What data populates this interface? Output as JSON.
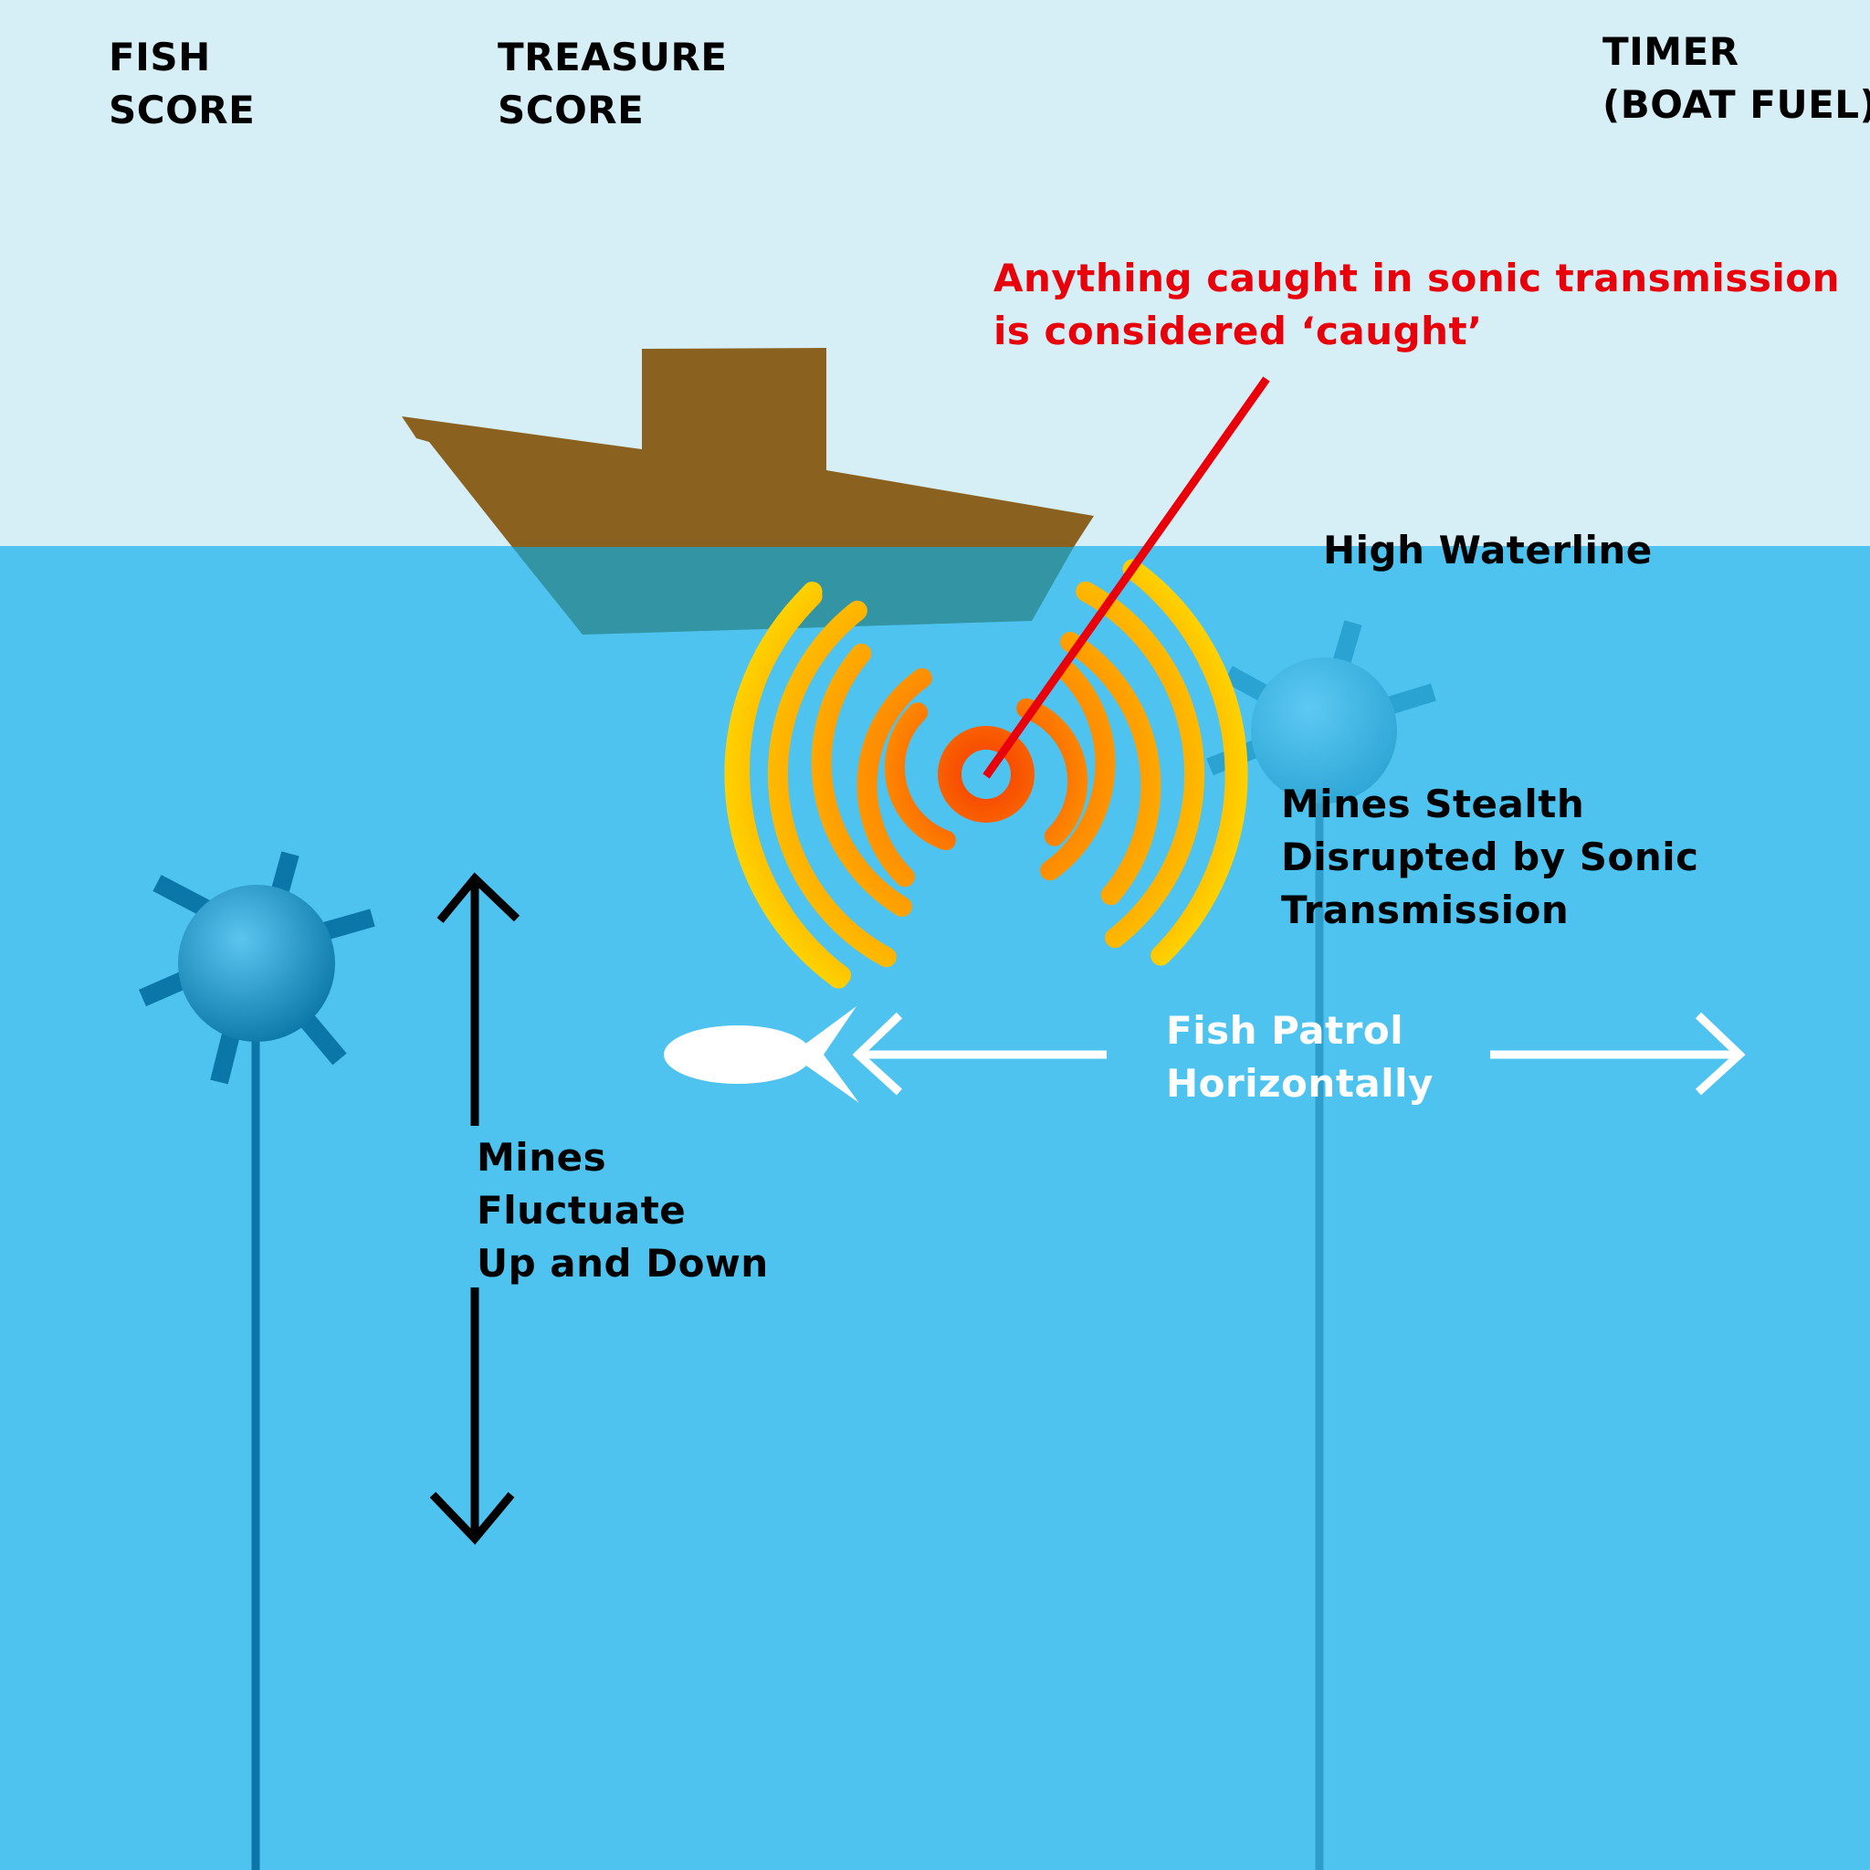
{
  "hud": {
    "fish_score_line1": "FISH",
    "fish_score_line2": "SCORE",
    "treasure_score_line1": "TREASURE",
    "treasure_score_line2": "SCORE",
    "timer_line1": "TIMER",
    "timer_line2": "(BOAT FUEL)"
  },
  "annotations": {
    "caught_line1": "Anything caught in sonic transmission",
    "caught_line2": "is considered ‘caught’",
    "high_waterline": "High Waterline",
    "mines_stealth_line1": "Mines Stealth",
    "mines_stealth_line2": "Disrupted by Sonic",
    "mines_stealth_line3": "Transmission",
    "fish_patrol_line1": "Fish Patrol",
    "fish_patrol_line2": "Horizontally",
    "mines_fluctuate_line1": "Mines",
    "mines_fluctuate_line2": "Fluctuate",
    "mines_fluctuate_line3": "Up and Down"
  },
  "colors": {
    "sky": "#d6eef5",
    "water": "#4fc3ef",
    "boat": "#8a611e",
    "boat_submerged": "#3394a3",
    "mine": "#0a77a8",
    "annotation_red": "#e8000b",
    "sonic_outer": "#ffef00",
    "sonic_inner": "#f85a00"
  },
  "icons": {
    "boat": "boat-icon",
    "mine": "mine-icon",
    "fish": "fish-icon",
    "sonic": "sonic-wave-icon"
  }
}
